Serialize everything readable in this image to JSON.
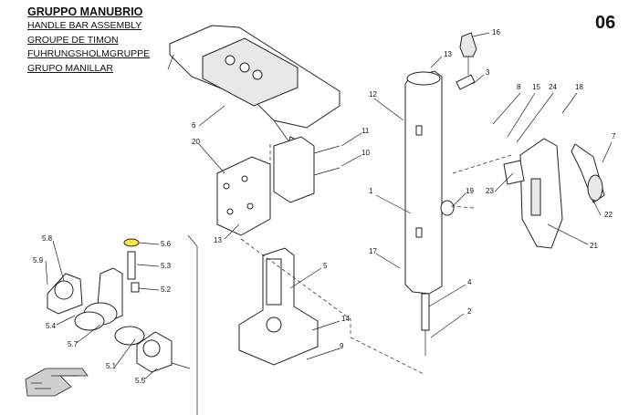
{
  "header": {
    "title": "GRUPPO MANUBRIO",
    "subtitles": [
      "HANDLE BAR ASSEMBLY",
      "GROUPE DE TIMON",
      "FUHRUNGSHOLMGRUPPE",
      "GRUPO MANILLAR"
    ],
    "page_number": "06"
  },
  "callouts": [
    "16",
    "13",
    "3",
    "12",
    "8",
    "15",
    "24",
    "18",
    "7",
    "6",
    "20",
    "11",
    "10",
    "1",
    "19",
    "23",
    "22",
    "21",
    "13",
    "5.8",
    "5.6",
    "5.9",
    "5.3",
    "5.2",
    "5",
    "17",
    "4",
    "14",
    "2",
    "5.4",
    "5.7",
    "9",
    "5.1",
    "5.5"
  ]
}
